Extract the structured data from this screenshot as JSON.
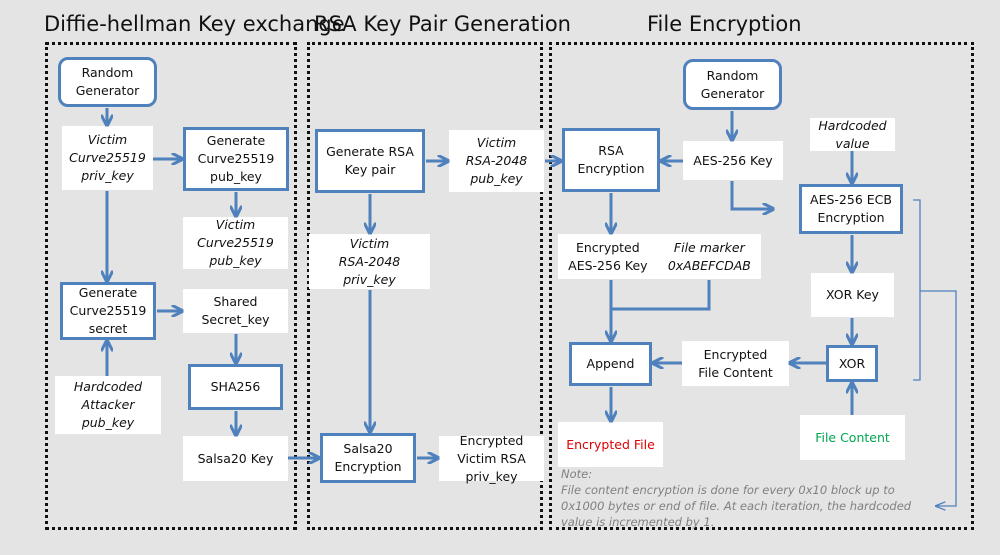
{
  "sections": {
    "dh": {
      "title": "Diffie-hellman Key exchange"
    },
    "rsa": {
      "title": "RSA Key Pair Generation"
    },
    "file": {
      "title": "File Encryption"
    }
  },
  "dh": {
    "random_generator": [
      "Random",
      "Generator"
    ],
    "victim_priv": [
      "Victim",
      "Curve25519",
      "priv_key"
    ],
    "gen_pub": [
      "Generate",
      "Curve25519",
      "pub_key"
    ],
    "victim_pub": [
      "Victim",
      "Curve25519",
      "pub_key"
    ],
    "gen_secret": [
      "Generate",
      "Curve25519",
      "secret"
    ],
    "shared_secret": [
      "Shared",
      "Secret_key"
    ],
    "attacker_pub": [
      "Hardcoded",
      "Attacker",
      "pub_key"
    ],
    "sha256": "SHA256",
    "salsa_key": "Salsa20 Key"
  },
  "rsa": {
    "gen_pair": [
      "Generate RSA",
      "Key pair"
    ],
    "victim_pub": [
      "Victim",
      "RSA-2048",
      "pub_key"
    ],
    "victim_priv": [
      "Victim",
      "RSA-2048",
      "priv_key"
    ],
    "salsa_enc": [
      "Salsa20",
      "Encryption"
    ],
    "enc_priv": [
      "Encrypted",
      "Victim RSA",
      "priv_key"
    ]
  },
  "file": {
    "random_generator": [
      "Random",
      "Generator"
    ],
    "rsa_enc": [
      "RSA",
      "Encryption"
    ],
    "aes_key": "AES-256 Key",
    "hardcoded_value": [
      "Hardcoded",
      "value"
    ],
    "aes_ecb": [
      "AES-256 ECB",
      "Encryption"
    ],
    "enc_aes_key": [
      "Encrypted",
      "AES-256 Key"
    ],
    "file_marker": [
      "File marker",
      "0xABEFCDAB"
    ],
    "xor_key": "XOR Key",
    "append": "Append",
    "enc_content": [
      "Encrypted",
      "File Content"
    ],
    "xor": "XOR",
    "encrypted_file": "Encrypted File",
    "file_content": "File Content",
    "note_label": "Note:",
    "note_text": "File content encryption is done for every 0x10 block up to 0x1000 bytes or end of file. At each iteration, the hardcoded value is incremented by 1."
  },
  "colors": {
    "process_border": "#4f81bd",
    "arrow": "#4f81bd",
    "encrypted_file_text": "#e00000",
    "file_content_text": "#00a650",
    "note_text": "#808080",
    "background": "#e4e4e4"
  }
}
